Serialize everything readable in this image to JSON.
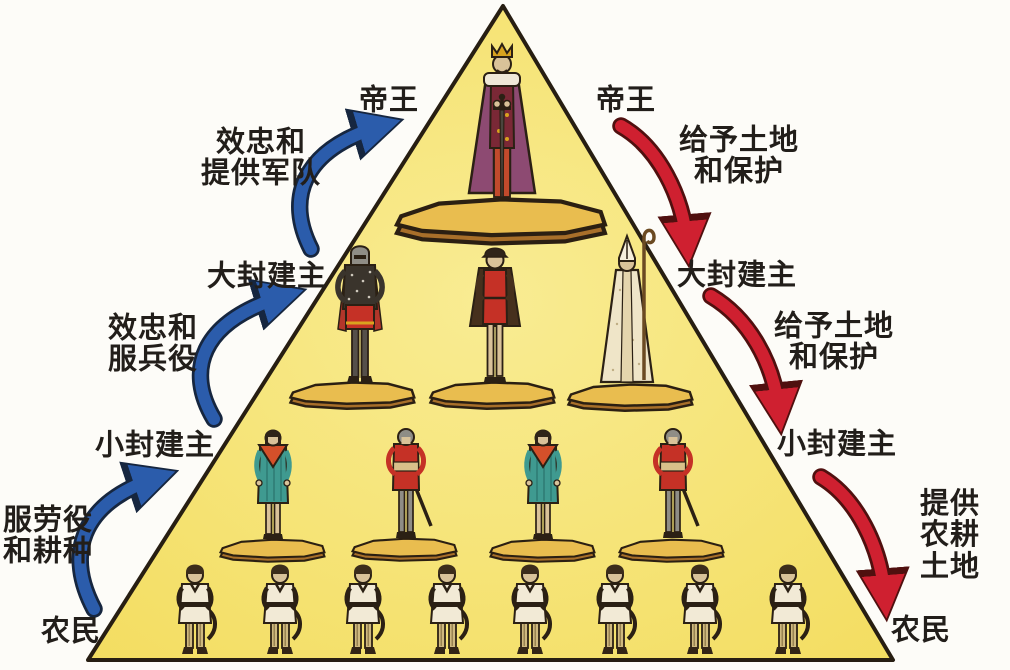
{
  "diagram": {
    "levels": [
      {
        "id": "emperor",
        "label_left": "帝王",
        "label_right": "帝王",
        "figures": [
          "king"
        ]
      },
      {
        "id": "great-feudal-lords",
        "label_left": "大封建主",
        "label_right": "大封建主",
        "figures": [
          "armored-knight",
          "noble-lord",
          "bishop"
        ]
      },
      {
        "id": "lesser-feudal-lords",
        "label_left": "小封建主",
        "label_right": "小封建主",
        "figures": [
          "robed-vassal",
          "soldier-vassal",
          "robed-vassal",
          "soldier-vassal"
        ]
      },
      {
        "id": "peasants",
        "label_left": "农民",
        "label_right": "农民",
        "figures": [
          "peasant",
          "peasant",
          "peasant",
          "peasant",
          "peasant",
          "peasant",
          "peasant",
          "peasant"
        ]
      }
    ],
    "upward_obligations": [
      {
        "from": "peasants",
        "to": "lesser-feudal-lords",
        "label": "服劳役\n和耕种"
      },
      {
        "from": "lesser-feudal-lords",
        "to": "great-feudal-lords",
        "label": "效忠和\n服兵役"
      },
      {
        "from": "great-feudal-lords",
        "to": "emperor",
        "label": "效忠和\n提供军队"
      }
    ],
    "downward_grants": [
      {
        "from": "emperor",
        "to": "great-feudal-lords",
        "label": "给予土地\n和保护"
      },
      {
        "from": "great-feudal-lords",
        "to": "lesser-feudal-lords",
        "label": "给予土地\n和保护"
      },
      {
        "from": "lesser-feudal-lords",
        "to": "peasants",
        "label": "提供农耕\n土地"
      }
    ],
    "colors": {
      "background": "#fdfcf8",
      "pyramid_fill": "#f5e06c",
      "pyramid_fill_light": "#f9ec93",
      "pyramid_outline": "#271e12",
      "upward_arrow": "#2b5cab",
      "upward_arrow_outline": "#16263f",
      "downward_arrow": "#cf2030",
      "downward_arrow_outline": "#50100f",
      "platform_gold": "#e9bd4f",
      "platform_rim": "#a86f2a",
      "text": "#221e1a"
    }
  }
}
